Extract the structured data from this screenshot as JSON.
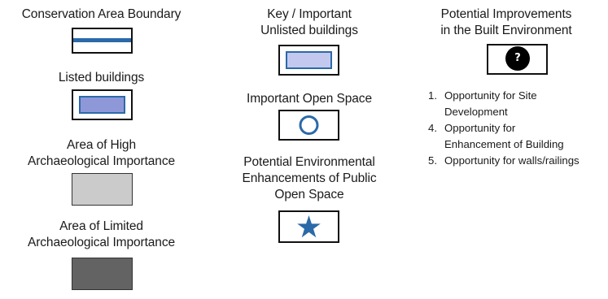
{
  "legend": {
    "column1": {
      "conservation_boundary": {
        "label": "Conservation Area Boundary",
        "line_color": "#2a6aa8"
      },
      "listed_buildings": {
        "label": "Listed buildings",
        "fill_color": "#8e98d8",
        "border_color": "#2a6aa8"
      },
      "high_archaeology": {
        "label_line1": "Area of High",
        "label_line2": "Archaeological Importance",
        "fill_color": "#cbcbcb"
      },
      "limited_archaeology": {
        "label_line1": "Area of Limited",
        "label_line2": "Archaeological Importance",
        "fill_color": "#636363"
      }
    },
    "column2": {
      "key_unlisted": {
        "label_line1": "Key / Important",
        "label_line2": "Unlisted buildings",
        "fill_color": "#c3c9ee",
        "border_color": "#2a6aa8"
      },
      "open_space": {
        "label": "Important Open Space",
        "circle_color": "#2a6aa8"
      },
      "env_enhancements": {
        "label_line1": "Potential Environmental",
        "label_line2": "Enhancements of Public",
        "label_line3": "Open Space",
        "star_color": "#2a6aa8"
      }
    },
    "column3": {
      "title_line1": "Potential Improvements",
      "title_line2": "in the Built Environment",
      "marker": {
        "glyph": "?",
        "fill_color": "#000000"
      },
      "items": [
        {
          "number": "1.",
          "line1": "Opportunity for Site",
          "line2": "Development"
        },
        {
          "number": "4.",
          "line1": "Opportunity for",
          "line2": "Enhancement of Building"
        },
        {
          "number": "5.",
          "line1": "Opportunity for walls/railings",
          "line2": ""
        }
      ]
    }
  }
}
